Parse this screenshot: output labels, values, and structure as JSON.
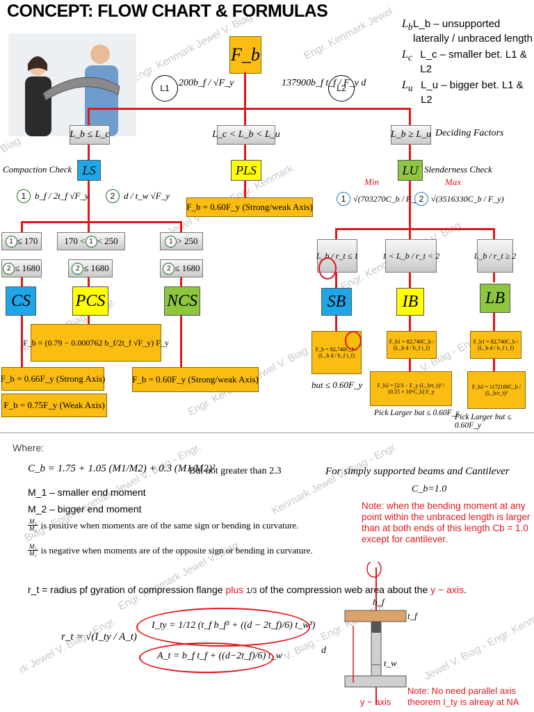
{
  "title": "CONCEPT: FLOW CHART & FORMULAS",
  "legend": {
    "lb": "L_b – unsupported laterally / unbraced length",
    "lc": "L_c – smaller bet. L1 & L2",
    "lu": "L_u – bigger bet. L1 & L2"
  },
  "top": {
    "fb": "F_b",
    "l1_label": "L1",
    "l1_formula": "200b_f / √F_y",
    "l2_label": "L2",
    "l2_formula": "137900b_f t_f / F_y d"
  },
  "conditions": {
    "left": "L_b ≤ L_c",
    "mid": "L_c < L_b < L_u",
    "right": "L_b ≥ L_u",
    "deciding": "Deciding Factors"
  },
  "level2": {
    "ls": "LS",
    "pls": "PLS",
    "lu": "LU",
    "compaction": "Compaction Check",
    "slenderness": "Slenderness Check",
    "pls_formula": "F_b = 0.60F_y (Strong/weak Axis)",
    "min": "Min",
    "max": "Max"
  },
  "checks": {
    "c1": "b_f / 2t_f √F_y",
    "c2": "d / t_w √F_y",
    "s1": "√(703270C_b / F_y)",
    "s2": "√(3516330C_b / F_y)"
  },
  "ranges": {
    "cs1": "≤ 170",
    "cs2": "≤ 1680",
    "pcs1a": "170 <",
    "pcs1b": "< 250",
    "pcs2": "≤ 1680",
    "ncs1": "> 250",
    "ncs2": "≤ 1680",
    "sb": "L_b / r_t ≤ 1",
    "ib": "1 < L_b / r_t < 2",
    "lb": "L_b / r_t ≥ 2"
  },
  "sections": {
    "cs": "CS",
    "pcs": "PCS",
    "ncs": "NCS",
    "sb": "SB",
    "ib": "IB",
    "lb": "LB"
  },
  "formulas": {
    "pcs": "F_b = (0.79 − 0.000762 b_f/2t_f √F_y) F_y",
    "cs_strong": "F_b = 0.66F_y (Strong Axis)",
    "cs_weak": "F_b = 0.75F_y (Weak Axis)",
    "ncs": "F_b = 0.60F_y (Strong/weak Axis)",
    "sb": "F_b = 82,740C_b / (L_b d / b_f t_f)",
    "ib1": "F_b1 = 82,740C_b / (L_b d / b_f t_f)",
    "ib2": "F_b2 = [2/3 − F_y (L_b/r_t)² / 10.55 × 10⁶C_b] F_y",
    "lb1": "F_b1 = 82,740C_b / (L_b d / b_f t_f)",
    "lb2": "F_b2 = 1172100C_b / (L_b/r_t)²",
    "but": "but ≤ 0.60F_y",
    "pick1": "Pick Larger but ≤ 0.60F_y",
    "pick2": "Pick Larger but ≤ 0.60F_y"
  },
  "where": {
    "label": "Where:",
    "cb": "C_b = 1.75 + 1.05 (M1/M2) + 0.3 (M1/M2)²",
    "cb_limit": "But not greater than 2.3",
    "simply": "For simply supported beams and Cantilever",
    "cb_one": "C_b=1.0",
    "m1": "M_1 – smaller end moment",
    "m2": "M_2 – bigger end moment",
    "pos": "is positive when moments are of the same sign or bending in curvature.",
    "neg": "is negative when moments are of the opposite sign or bending in curvature.",
    "note": "Note: when the bending moment at any point within the unbraced length is larger than at both ends of this length Cb = 1.0 except for cantilever."
  },
  "rt": {
    "definition_a": "r_t = radius pf gyration of compression flange ",
    "plus": "plus",
    "third": "1/3",
    "definition_b": " of the  compression web area about the ",
    "axis": "y − axis",
    "rt_formula": "r_t = √(I_ty / A_t)",
    "ity_formula": "I_ty = 1/12 (t_f b_f³ + ((d − 2t_f)/6) t_w³)",
    "at_formula": "A_t = b_f t_f + ((d−2t_f)/6) t_w"
  },
  "section_labels": {
    "bf": "b_f",
    "tf": "t_f",
    "d": "d",
    "tw": "t_w",
    "yaxis": "y − axis",
    "note": "Note: No need parallel axis theorem I_ty is alreay at NA"
  },
  "colors": {
    "red": "#e0161e",
    "orange": "#fbbd11",
    "blue": "#1ea7e8",
    "yellow": "#ffff00",
    "green": "#8ec63f"
  }
}
